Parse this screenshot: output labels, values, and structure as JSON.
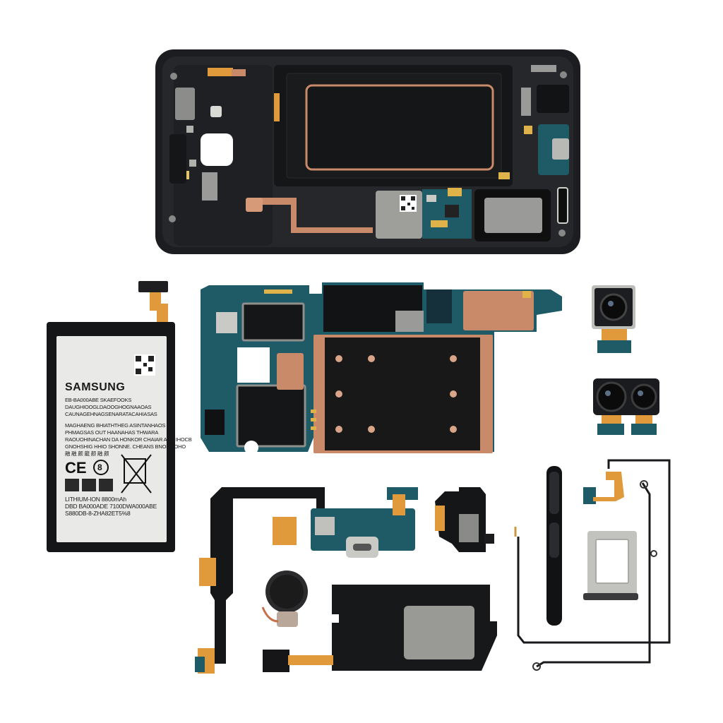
{
  "scene": {
    "description_free": true,
    "colors": {
      "background": "#ffffff",
      "frame": "#1c1d20",
      "pcb": "#1e5b66",
      "copper": "#c98a6a",
      "flex": "#e09a3c",
      "shield": "#9a9a98",
      "battery_label": "#e9e9e7",
      "black_part": "#151517"
    },
    "icons": [
      "qr-code-icon",
      "ce-mark-icon",
      "crossed-bin-icon",
      "usb-c-port-icon",
      "camera-lens-icon"
    ]
  },
  "battery": {
    "brand": "SAMSUNG",
    "model_line": "EB-BA000ABE SKAEFOOKS",
    "line1": "DAUGHIOOGLDAOOGHOGNAAOAS",
    "line2": "CAUNAGEHNAGSENARATACAHIASAS",
    "line3": "MAGHAENG BHIATHTHEG ASINTANHAOS",
    "line4": "PHMAGSAS OUT HAANAHAS THWARA",
    "line5": "RAOUOHINACHAN DA HONKOR CHAIAR AND IHOCB",
    "line6": "GNOHSHIG HHIO SHONNE. CHEANS BNOE-TOHO",
    "line7": "融 融 颜 龍 颜 融 颜",
    "ce": "CE",
    "circle_mark": "8",
    "chem": "LITHIUM-ION  8800mAh",
    "model": "DBD BA000ADE 7100DWA000ABE",
    "serial": "S880DB-8-ZHA82ET5%8"
  }
}
